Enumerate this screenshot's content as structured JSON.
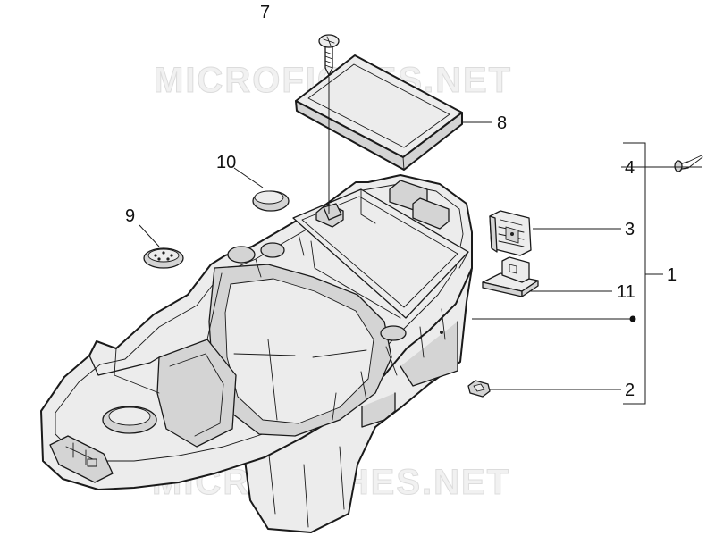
{
  "watermark": {
    "top": "MICROFICHES.NET",
    "bottom": "MICROFICHES.NET"
  },
  "callouts": {
    "c1": "1",
    "c2": "2",
    "c3": "3",
    "c4": "4",
    "c7": "7",
    "c8": "8",
    "c9": "9",
    "c10": "10",
    "c11": "11"
  }
}
